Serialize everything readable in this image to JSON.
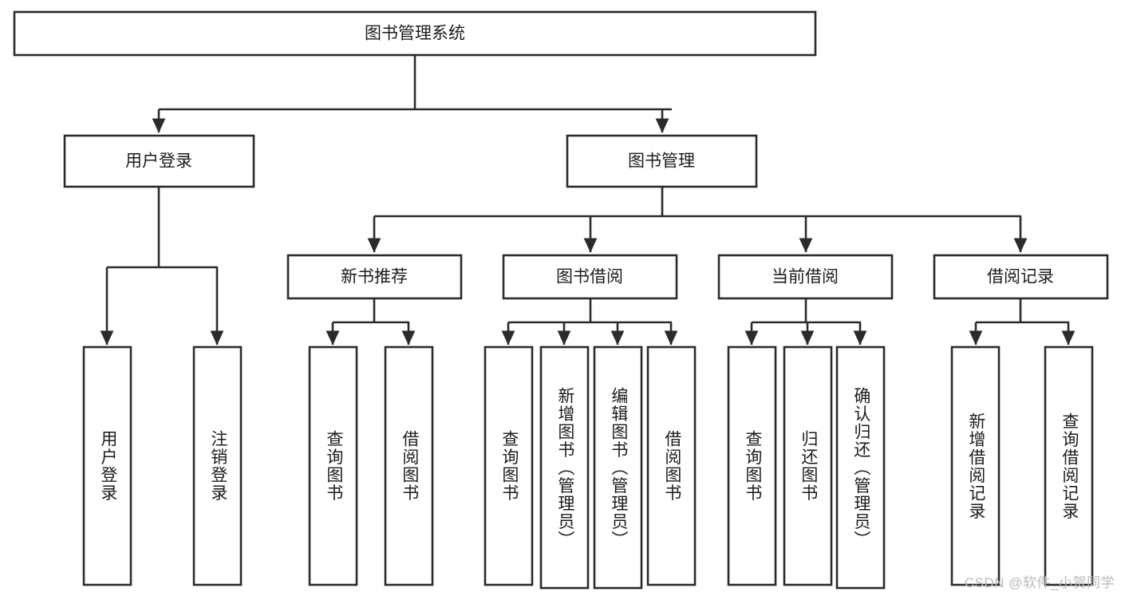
{
  "diagram": {
    "title": "图书管理系统",
    "type": "tree-hierarchy-chart",
    "orientation": "top-down",
    "colors": {
      "box_fill": "#ffffff",
      "box_stroke": "#2b2b2b",
      "text": "#1c1c1c",
      "background": "#ffffff",
      "watermark": "#b9b9b9"
    },
    "nodes": {
      "root": {
        "label": "图书管理系统",
        "level": 1,
        "text_direction": "horizontal"
      },
      "level2": [
        {
          "id": "user-login",
          "label": "用户登录",
          "text_direction": "horizontal"
        },
        {
          "id": "book-management",
          "label": "图书管理",
          "text_direction": "horizontal"
        }
      ],
      "level3": [
        {
          "id": "new-book-recommend",
          "label": "新书推荐",
          "text_direction": "horizontal"
        },
        {
          "id": "book-borrow",
          "label": "图书借阅",
          "text_direction": "horizontal"
        },
        {
          "id": "current-borrow",
          "label": "当前借阅",
          "text_direction": "horizontal"
        },
        {
          "id": "borrow-record",
          "label": "借阅记录",
          "text_direction": "horizontal"
        }
      ],
      "leaves": {
        "user_login": [
          {
            "id": "leaf-user-login",
            "label": "用户登录",
            "text_direction": "vertical"
          },
          {
            "id": "leaf-logout-login",
            "label": "注销登录",
            "text_direction": "vertical"
          }
        ],
        "new_book_recommend": [
          {
            "id": "leaf-query-book-1",
            "label": "查询图书",
            "text_direction": "vertical"
          },
          {
            "id": "leaf-borrow-book-1",
            "label": "借阅图书",
            "text_direction": "vertical"
          }
        ],
        "book_borrow": [
          {
            "id": "leaf-query-book-2",
            "label": "查询图书",
            "text_direction": "vertical"
          },
          {
            "id": "leaf-add-book-admin",
            "label": "新增图书（管理员）",
            "text_direction": "vertical"
          },
          {
            "id": "leaf-edit-book-admin",
            "label": "编辑图书（管理员）",
            "text_direction": "vertical"
          },
          {
            "id": "leaf-borrow-book-2",
            "label": "借阅图书",
            "text_direction": "vertical"
          }
        ],
        "current_borrow": [
          {
            "id": "leaf-query-book-3",
            "label": "查询图书",
            "text_direction": "vertical"
          },
          {
            "id": "leaf-return-book",
            "label": "归还图书",
            "text_direction": "vertical"
          },
          {
            "id": "leaf-confirm-return-admin",
            "label": "确认归还（管理员）",
            "text_direction": "vertical"
          }
        ],
        "borrow_record": [
          {
            "id": "leaf-add-borrow-record",
            "label": "新增借阅记录",
            "text_direction": "vertical"
          },
          {
            "id": "leaf-query-borrow-record",
            "label": "查询借阅记录",
            "text_direction": "vertical"
          }
        ]
      }
    },
    "watermark": "CSDN @软件_小贺同学"
  }
}
